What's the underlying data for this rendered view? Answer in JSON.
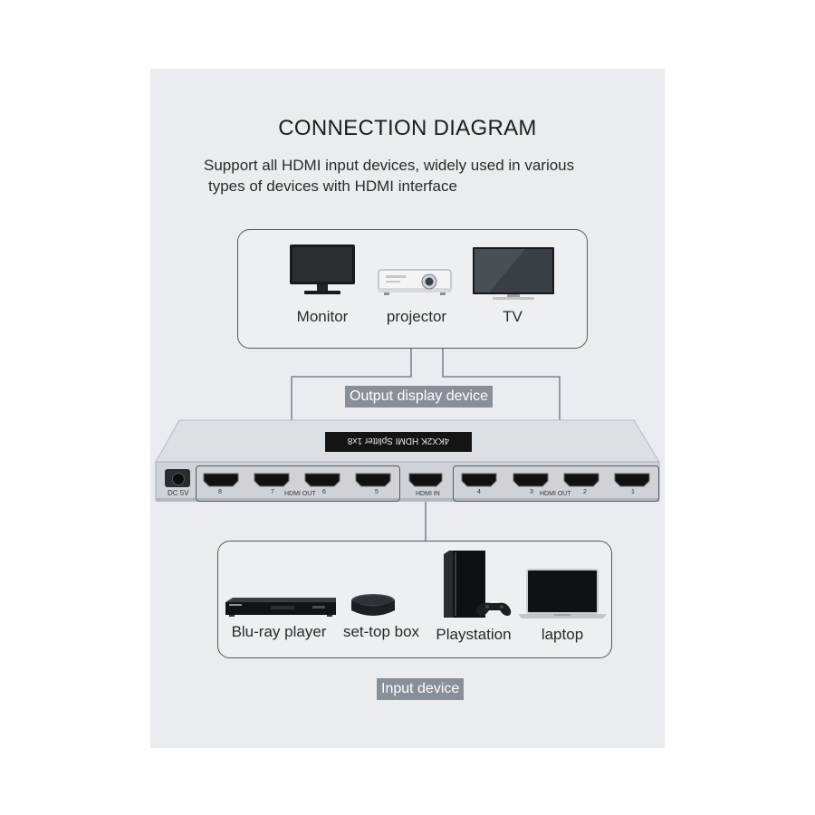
{
  "title": "CONNECTION DIAGRAM",
  "subtitle": {
    "line1": "Support all HDMI input devices, widely used in various",
    "line2": "types of devices with HDMI interface"
  },
  "output_group": {
    "section_label": "Output display device",
    "devices": [
      {
        "label": "Monitor",
        "icon": "monitor-icon"
      },
      {
        "label": "projector",
        "icon": "projector-icon"
      },
      {
        "label": "TV",
        "icon": "tv-icon"
      }
    ]
  },
  "input_group": {
    "section_label": "Input device",
    "devices": [
      {
        "label": "Blu-ray player",
        "icon": "bluray-player-icon"
      },
      {
        "label": "set-top box",
        "icon": "set-top-box-icon"
      },
      {
        "label": "Playstation",
        "icon": "playstation-icon"
      },
      {
        "label": "laptop",
        "icon": "laptop-icon"
      }
    ]
  },
  "splitter": {
    "product_label": "4KX2K HDMI Splitter 1x8",
    "power_label": "DC 5V",
    "hdmi_in_label": "HDMI IN",
    "hdmi_out_label": "HDMI OUT",
    "left_ports": [
      "8",
      "7",
      "6",
      "5"
    ],
    "right_ports": [
      "4",
      "3",
      "2",
      "1"
    ]
  }
}
